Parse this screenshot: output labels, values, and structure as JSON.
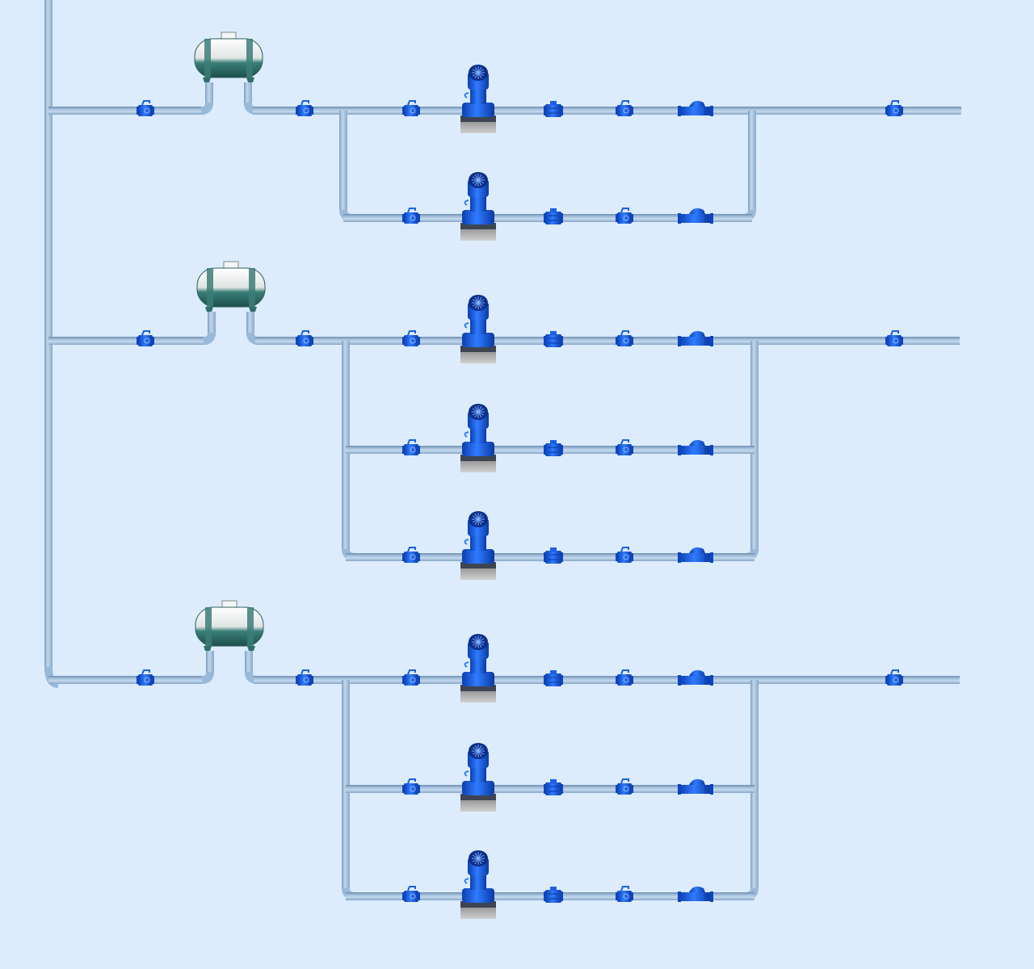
{
  "diagram": {
    "kind": "process-piping-schematic",
    "colors": {
      "background": "#dcecfd",
      "pipe": "#9ab9d8",
      "pipe_highlight": "#bcd3ea",
      "pipe_shadow": "#6f8fb0",
      "equipment_blue": "#1a5fe6",
      "tank_body": "#f2f4f3",
      "tank_saddle": "#2f6f6a"
    },
    "systems": [
      {
        "name": "system-1",
        "tank": "horizontal-tank",
        "pump_rows": [
          {
            "pump": "vertical-inline-pump",
            "inlet_valve": "butterfly-valve",
            "outlet_valves": [
              "gate-valve",
              "butterfly-valve"
            ],
            "check_valve": "check-valve"
          },
          {
            "pump": "vertical-inline-pump",
            "inlet_valve": "butterfly-valve",
            "outlet_valves": [
              "gate-valve",
              "butterfly-valve"
            ],
            "check_valve": "check-valve"
          }
        ]
      },
      {
        "name": "system-2",
        "tank": "horizontal-tank",
        "pump_rows": [
          {
            "pump": "vertical-inline-pump",
            "inlet_valve": "butterfly-valve",
            "outlet_valves": [
              "gate-valve",
              "butterfly-valve"
            ],
            "check_valve": "check-valve"
          },
          {
            "pump": "vertical-inline-pump",
            "inlet_valve": "butterfly-valve",
            "outlet_valves": [
              "gate-valve",
              "butterfly-valve"
            ],
            "check_valve": "check-valve"
          },
          {
            "pump": "vertical-inline-pump",
            "inlet_valve": "butterfly-valve",
            "outlet_valves": [
              "gate-valve",
              "butterfly-valve"
            ],
            "check_valve": "check-valve"
          }
        ]
      },
      {
        "name": "system-3",
        "tank": "horizontal-tank",
        "pump_rows": [
          {
            "pump": "vertical-inline-pump",
            "inlet_valve": "butterfly-valve",
            "outlet_valves": [
              "gate-valve",
              "butterfly-valve"
            ],
            "check_valve": "check-valve"
          },
          {
            "pump": "vertical-inline-pump",
            "inlet_valve": "butterfly-valve",
            "outlet_valves": [
              "gate-valve",
              "butterfly-valve"
            ],
            "check_valve": "check-valve"
          },
          {
            "pump": "vertical-inline-pump",
            "inlet_valve": "butterfly-valve",
            "outlet_valves": [
              "gate-valve",
              "butterfly-valve"
            ],
            "check_valve": "check-valve"
          }
        ]
      }
    ]
  }
}
